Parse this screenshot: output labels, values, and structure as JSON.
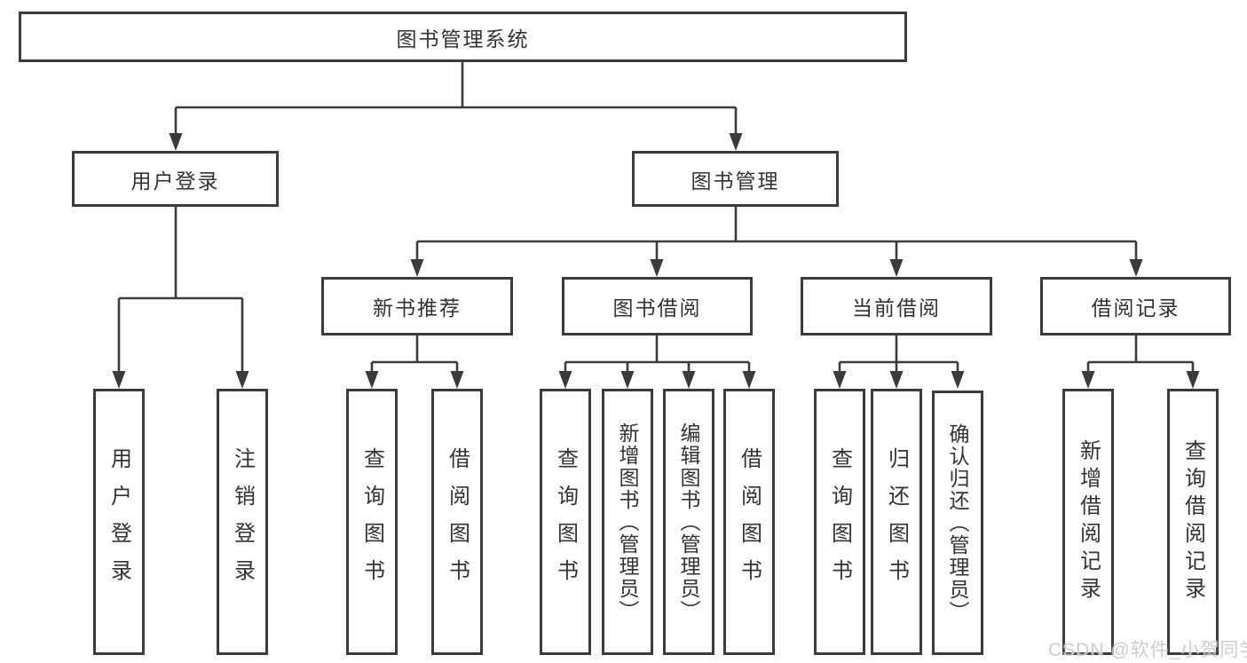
{
  "diagram": {
    "title": "图书管理系统",
    "colors": {
      "line": "#3b3b3b",
      "text": "#333333",
      "background": "#ffffff",
      "watermark": "#c9c9c9"
    },
    "nodes": {
      "root": {
        "label": "图书管理系统"
      },
      "level2": [
        {
          "label": "用户登录"
        },
        {
          "label": "图书管理"
        }
      ],
      "level3": [
        {
          "label": "新书推荐"
        },
        {
          "label": "图书借阅"
        },
        {
          "label": "当前借阅"
        },
        {
          "label": "借阅记录"
        }
      ],
      "leaves": [
        {
          "label": "用户登录"
        },
        {
          "label": "注销登录"
        },
        {
          "label": "查询图书"
        },
        {
          "label": "借阅图书"
        },
        {
          "label": "查询图书"
        },
        {
          "label": "新增图书（管理员）"
        },
        {
          "label": "编辑图书（管理员）"
        },
        {
          "label": "借阅图书"
        },
        {
          "label": "查询图书"
        },
        {
          "label": "归还图书"
        },
        {
          "label": "确认归还（管理员）"
        },
        {
          "label": "新增借阅记录"
        },
        {
          "label": "查询借阅记录"
        }
      ]
    },
    "watermark": "CSDN @软件_小贺同学"
  }
}
